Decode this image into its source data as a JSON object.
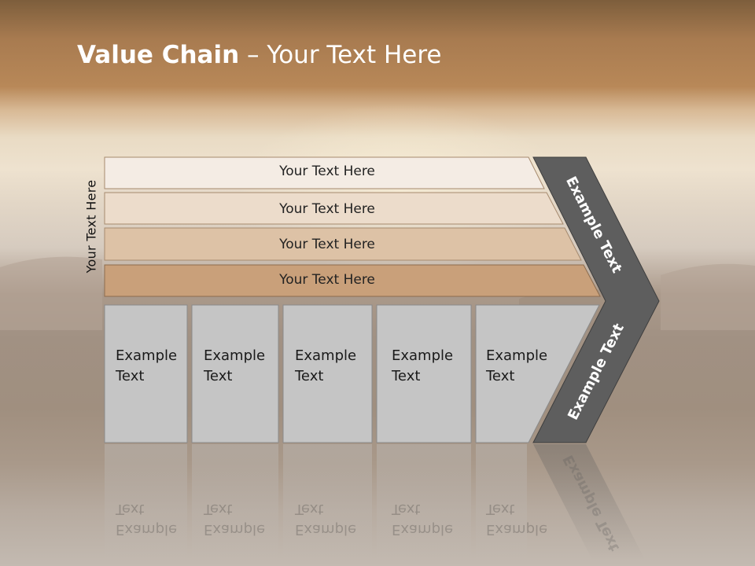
{
  "slide": {
    "title_bold": "Value Chain",
    "title_rest": " – Your Text Here",
    "vertical_label": "Your Text Here"
  },
  "bars": [
    {
      "label": "Your Text Here",
      "color": "#f4ece4"
    },
    {
      "label": "Your Text Here",
      "color": "#ecdccb"
    },
    {
      "label": "Your Text Here",
      "color": "#ddc2a6"
    },
    {
      "label": "Your Text Here",
      "color": "#c9a07a"
    }
  ],
  "boxes": [
    {
      "line1": "Example",
      "line2": "Text"
    },
    {
      "line1": "Example",
      "line2": "Text"
    },
    {
      "line1": "Example",
      "line2": "Text"
    },
    {
      "line1": "Example",
      "line2": "Text"
    },
    {
      "line1": "Example",
      "line2": "Text"
    }
  ],
  "chevron": {
    "top_label": "Example Text",
    "bottom_label": "Example Text",
    "color": "#5e5e5e"
  },
  "colors": {
    "box_fill": "#c5c5c5",
    "box_border": "#8a8a8a"
  }
}
